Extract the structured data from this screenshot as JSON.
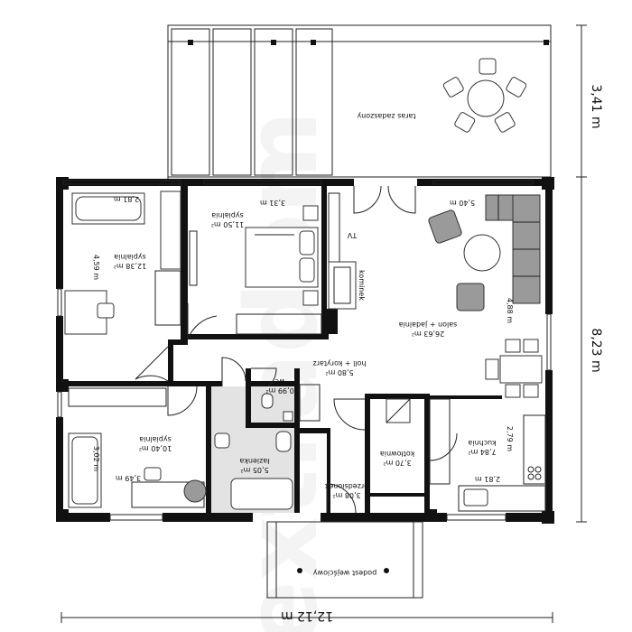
{
  "watermark": "extradom",
  "rooms": {
    "taras": {
      "name": "taras zadaszony"
    },
    "sypialnia_nw": {
      "name": "sypialnia",
      "area": "12,38 m²",
      "dim_top": "2,81 m",
      "dim_side": "4,59 m"
    },
    "sypialnia_n": {
      "name": "sypialnia",
      "area": "11,50 m²",
      "dim_top": "3,31 m"
    },
    "salon": {
      "name": "salon + jadalnia",
      "area": "26,63 m²",
      "dim_top": "5,40 m",
      "dim_side": "4,88 m"
    },
    "holl": {
      "name": "holl + korytarz",
      "area": "5,80 m²"
    },
    "wc": {
      "name": "wc",
      "area": "0,99 m²"
    },
    "sypialnia_sw": {
      "name": "sypialnia",
      "area": "10,40 m²",
      "dim_bottom": "3,49 m",
      "dim_side": "3,02 m"
    },
    "lazienka": {
      "name": "łazienka",
      "area": "5,05 m²"
    },
    "kotlownia": {
      "name": "kotłownia",
      "area": "3,70 m²"
    },
    "przedsionek": {
      "name": "przedsionek",
      "area": "3,08 m²"
    },
    "kuchnia": {
      "name": "kuchnia",
      "area": "7,84 m²",
      "dim_bottom": "2,81 m",
      "dim_side": "2,79 m"
    },
    "podest": {
      "name": "podest wejściowy"
    }
  },
  "labels": {
    "tv": "TV",
    "kominek": "kominek"
  },
  "dimensions": {
    "overall_width": "12,12 m",
    "overall_depth": "8,23 m",
    "terrace_depth": "3,41 m"
  }
}
